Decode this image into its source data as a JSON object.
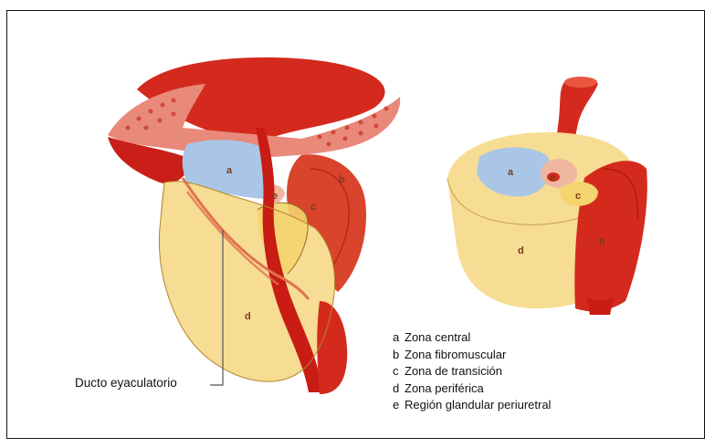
{
  "legend": [
    {
      "letter": "a",
      "text": "Zona central"
    },
    {
      "letter": "b",
      "text": "Zona fibromuscular"
    },
    {
      "letter": "c",
      "text": "Zona de transición"
    },
    {
      "letter": "d",
      "text": "Zona periférica"
    },
    {
      "letter": "e",
      "text": "Región glandular periuretral"
    }
  ],
  "leader_label": "Ducto eyaculatorio",
  "diagram_letters": {
    "left": {
      "a": "a",
      "b": "b",
      "c": "c",
      "d": "d",
      "e": "e"
    },
    "right": {
      "a": "a",
      "b": "b",
      "c": "c",
      "d": "d",
      "e": "e"
    }
  },
  "colors": {
    "urethra_red": "#d42a1e",
    "dark_red": "#a81812",
    "muscle_pink": "#e8897a",
    "central_blue": "#a9c6e6",
    "peripheral_yellow": "#f7dc93",
    "transition_yellow": "#f3d46e",
    "fibromuscular_red": "#d9442c"
  }
}
